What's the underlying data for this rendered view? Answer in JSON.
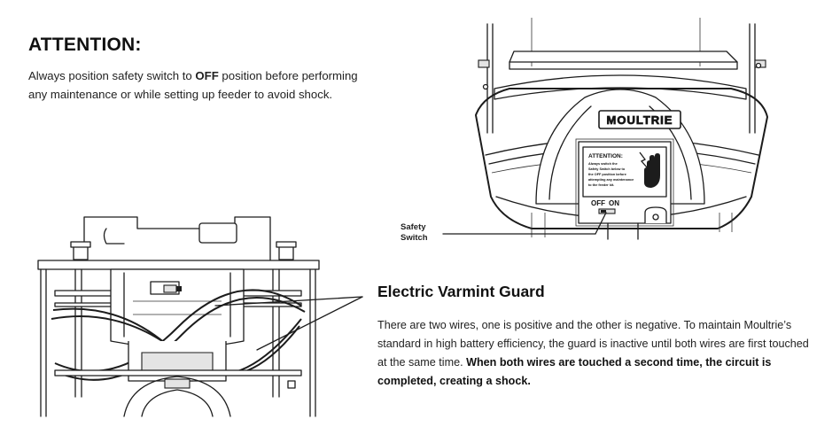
{
  "attention": {
    "title": "ATTENTION:",
    "body_before": "Always position safety switch to ",
    "body_bold": "OFF",
    "body_after": " position before performing any maintenance or while setting up feeder to avoid shock."
  },
  "feeder_illustration": {
    "brand_logo": "MOULTRIE",
    "label_title": "ATTENTION:",
    "label_lines": [
      "Always switch the",
      "Safety Switch below to",
      "the OFF position before",
      "attempting any maintenance",
      "to the feeder kit."
    ],
    "switch_off": "OFF",
    "switch_on": "ON",
    "hand_warning_icon": "hand-shock-icon"
  },
  "safety_switch_label": {
    "line1": "Safety",
    "line2": "Switch"
  },
  "guard": {
    "title": "Electric Varmint Guard",
    "body_normal": "There are two wires, one is positive and the other is negative. To maintain Moultrie’s standard in high battery efficiency, the guard is inactive until both wires are first touched at the same time. ",
    "body_bold": "When both wires are touched a second time, the circuit is completed, creating a shock."
  }
}
